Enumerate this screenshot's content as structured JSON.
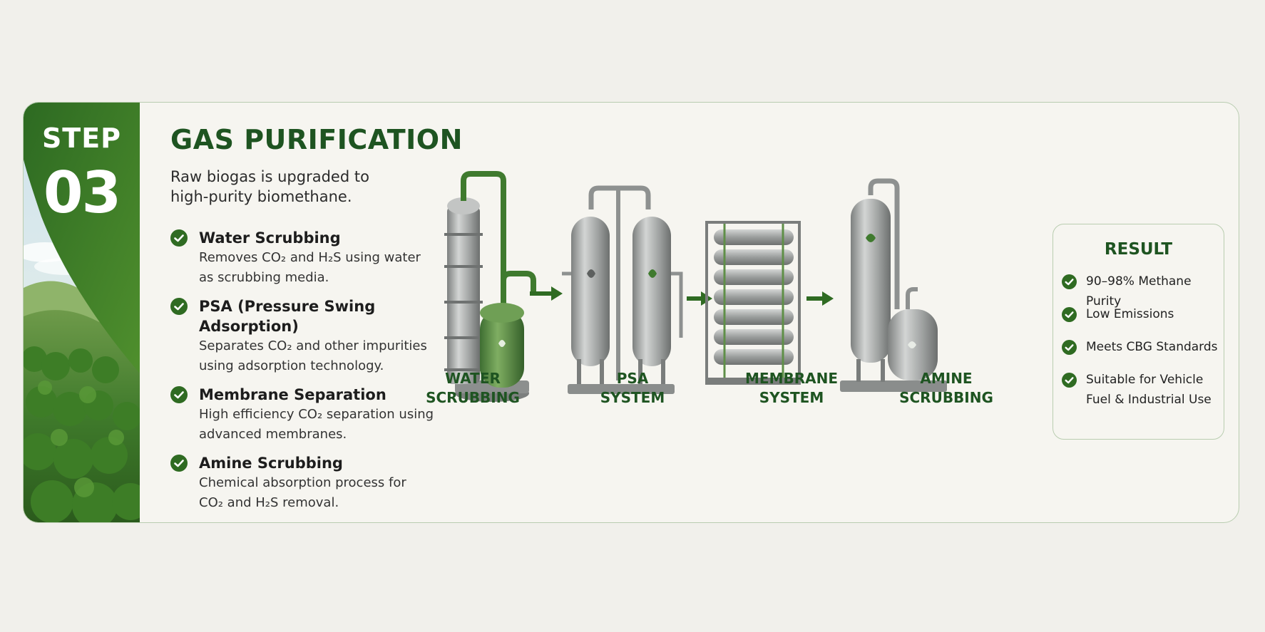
{
  "step": {
    "word": "STEP",
    "number": "03"
  },
  "title": "GAS PURIFICATION",
  "intro": "Raw biogas is upgraded to high-purity biomethane.",
  "methods": [
    {
      "name": "Water Scrubbing",
      "desc": "Removes CO₂ and H₂S using water as scrubbing media."
    },
    {
      "name": "PSA (Pressure Swing Adsorption)",
      "desc": "Separates CO₂ and other impurities using adsorption technology."
    },
    {
      "name": "Membrane Separation",
      "desc": "High efficiency CO₂ separation using advanced membranes."
    },
    {
      "name": "Amine Scrubbing",
      "desc": "Chemical absorption process for CO₂ and H₂S removal."
    }
  ],
  "equipment": [
    {
      "label": "WATER\nSCRUBBING",
      "icon": "water-scrubber-icon"
    },
    {
      "label": "PSA\nSYSTEM",
      "icon": "psa-system-icon"
    },
    {
      "label": "MEMBRANE\nSYSTEM",
      "icon": "membrane-system-icon"
    },
    {
      "label": "AMINE\nSCRUBBING",
      "icon": "amine-scrubber-icon"
    }
  ],
  "result": {
    "title": "RESULT",
    "items": [
      "90–98% Methane Purity",
      "Low Emissions",
      "Meets CBG Standards",
      "Suitable for Vehicle Fuel & Industrial Use"
    ]
  },
  "colors": {
    "brand_green": "#2f6b22",
    "dark_green": "#1e5421",
    "steel": "#a7a9a8",
    "background": "#f1f0eb"
  }
}
